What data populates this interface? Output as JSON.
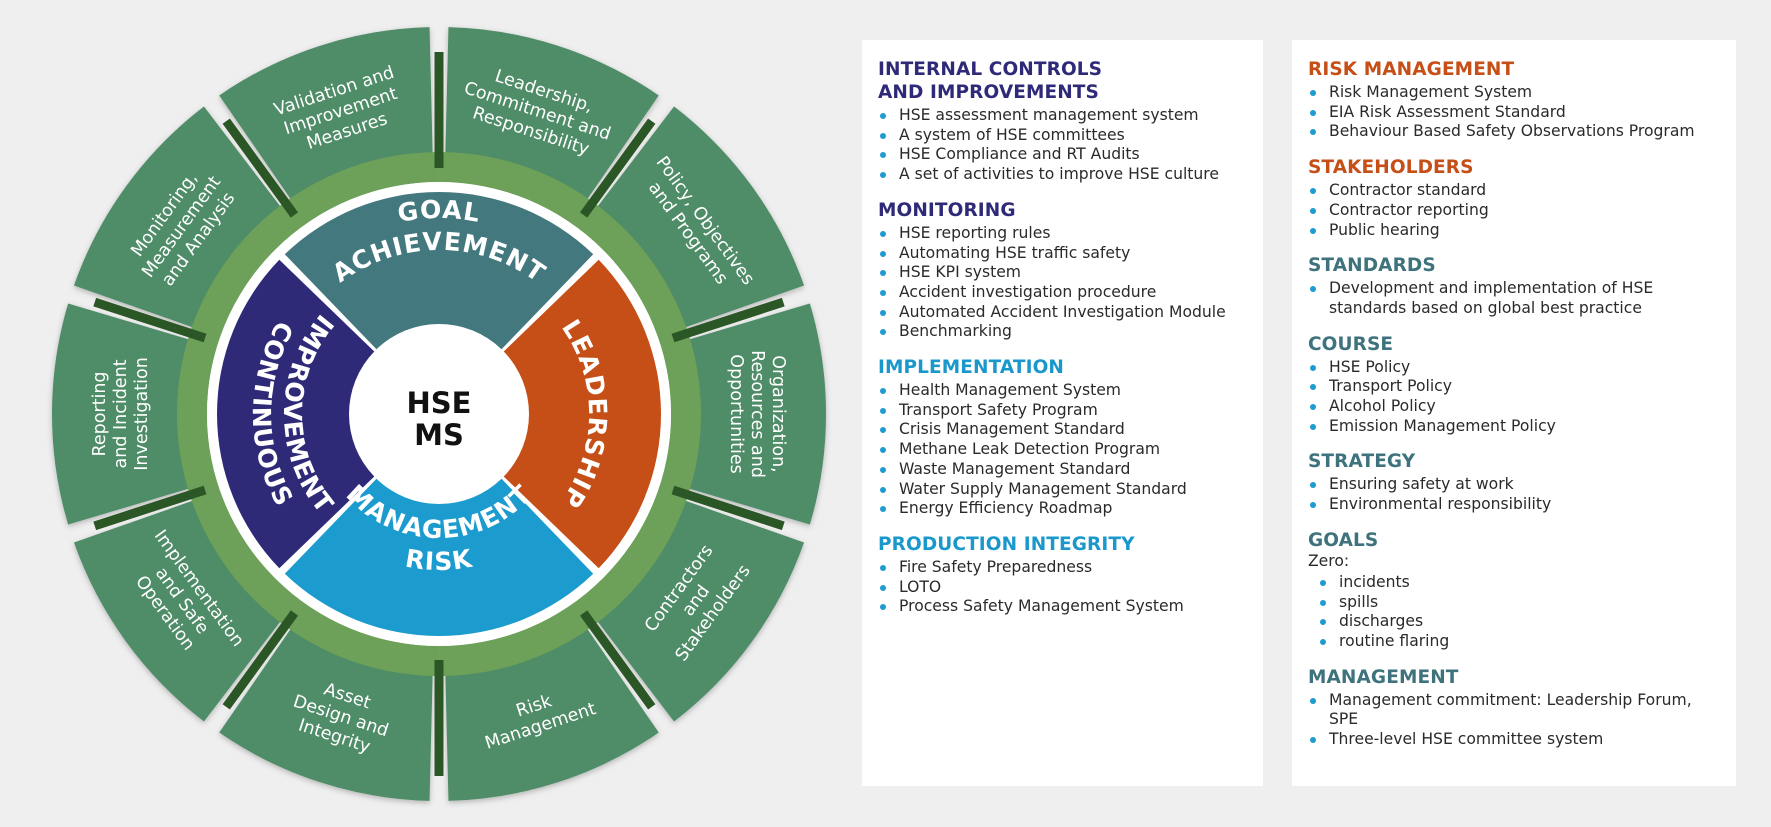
{
  "colors": {
    "background": "#efefef",
    "outer_segment": "#4f8c68",
    "outer_divider": "#2b5726",
    "band": "#6da058",
    "goal": "#43787e",
    "leadership": "#c64e17",
    "risk": "#1b9bce",
    "improvement": "#2e2a78",
    "navy_title": "#2e2a78",
    "cyan_title": "#1a98cc",
    "orange_title": "#c64e17",
    "teal_title": "#3e727c",
    "bullet": "#1f9bd1"
  },
  "wheel": {
    "center": [
      "HSE",
      "MS"
    ],
    "quadrants": {
      "goal": [
        "GOAL",
        "ACHIEVEMENT"
      ],
      "leadership": [
        "LEADERSHIP"
      ],
      "risk": [
        "RISK",
        "MANAGEMENT"
      ],
      "improvement": [
        "CONTINUOUS",
        "IMPROVEMENT"
      ]
    },
    "outer_segments": [
      {
        "id": "leadership-commitment",
        "lines": [
          "Leadership,",
          "Commitment and",
          "Responsibility"
        ]
      },
      {
        "id": "policy-objectives",
        "lines": [
          "Policy, Objectives",
          "and Programs"
        ]
      },
      {
        "id": "organization-resources",
        "lines": [
          "Organization,",
          "Resources and",
          "Opportunities"
        ]
      },
      {
        "id": "contractors-stakeholders",
        "lines": [
          "Contractors",
          "and",
          "Stakeholders"
        ]
      },
      {
        "id": "risk-management",
        "lines": [
          "Risk",
          "Management"
        ]
      },
      {
        "id": "asset-design",
        "lines": [
          "Asset",
          "Design and",
          "Integrity"
        ]
      },
      {
        "id": "implementation-operation",
        "lines": [
          "Implementation",
          "and Safe",
          "Operation"
        ]
      },
      {
        "id": "reporting-investigation",
        "lines": [
          "Reporting",
          "and Incident",
          "Investigation"
        ]
      },
      {
        "id": "monitoring-analysis",
        "lines": [
          "Monitoring,",
          "Measurement",
          "and Analysis"
        ]
      },
      {
        "id": "validation-improvement",
        "lines": [
          "Validation and",
          "Improvement",
          "Measures"
        ]
      }
    ]
  },
  "left_panel": [
    {
      "title": "INTERNAL CONTROLS\nAND IMPROVEMENTS",
      "color": "navy",
      "items": [
        "HSE assessment management system",
        "A system of HSE committees",
        "HSE Compliance and RT Audits",
        "A set of activities to improve HSE culture"
      ]
    },
    {
      "title": "MONITORING",
      "color": "navy",
      "items": [
        "HSE reporting rules",
        "Automating HSE traffic safety",
        "HSE KPI system",
        "Accident investigation procedure",
        "Automated Accident Investigation Module",
        "Benchmarking"
      ]
    },
    {
      "title": "IMPLEMENTATION",
      "color": "cyan",
      "items": [
        "Health Management System",
        "Transport Safety Program",
        "Crisis Management Standard",
        "Methane Leak Detection Program",
        "Waste Management Standard",
        "Water Supply Management Standard",
        "Energy Efficiency Roadmap"
      ]
    },
    {
      "title": "PRODUCTION INTEGRITY",
      "color": "cyan",
      "items": [
        "Fire Safety Preparedness",
        "LOTO",
        "Process Safety Management System"
      ]
    }
  ],
  "right_panel": [
    {
      "title": "RISK MANAGEMENT",
      "color": "orange",
      "items": [
        "Risk Management System",
        "EIA Risk Assessment Standard",
        "Behaviour Based Safety Observations Program"
      ]
    },
    {
      "title": "STAKEHOLDERS",
      "color": "orange",
      "items": [
        "Contractor standard",
        "Contractor reporting",
        "Public hearing"
      ]
    },
    {
      "title": "STANDARDS",
      "color": "teal",
      "items": [
        "Development and implementation of HSE standards based on global best practice"
      ]
    },
    {
      "title": "COURSE",
      "color": "teal",
      "items": [
        "HSE Policy",
        "Transport Policy",
        "Alcohol Policy",
        "Emission Management Policy"
      ]
    },
    {
      "title": "STRATEGY",
      "color": "teal",
      "items": [
        "Ensuring safety at work",
        "Environmental responsibility"
      ]
    },
    {
      "title": "GOALS",
      "color": "teal",
      "lead": "Zero:",
      "sub": true,
      "items": [
        "incidents",
        "spills",
        "discharges",
        "routine flaring"
      ]
    },
    {
      "title": "MANAGEMENT",
      "color": "teal",
      "items": [
        "Management commitment: Leadership Forum, SPE",
        "Three-level HSE committee system"
      ]
    }
  ]
}
